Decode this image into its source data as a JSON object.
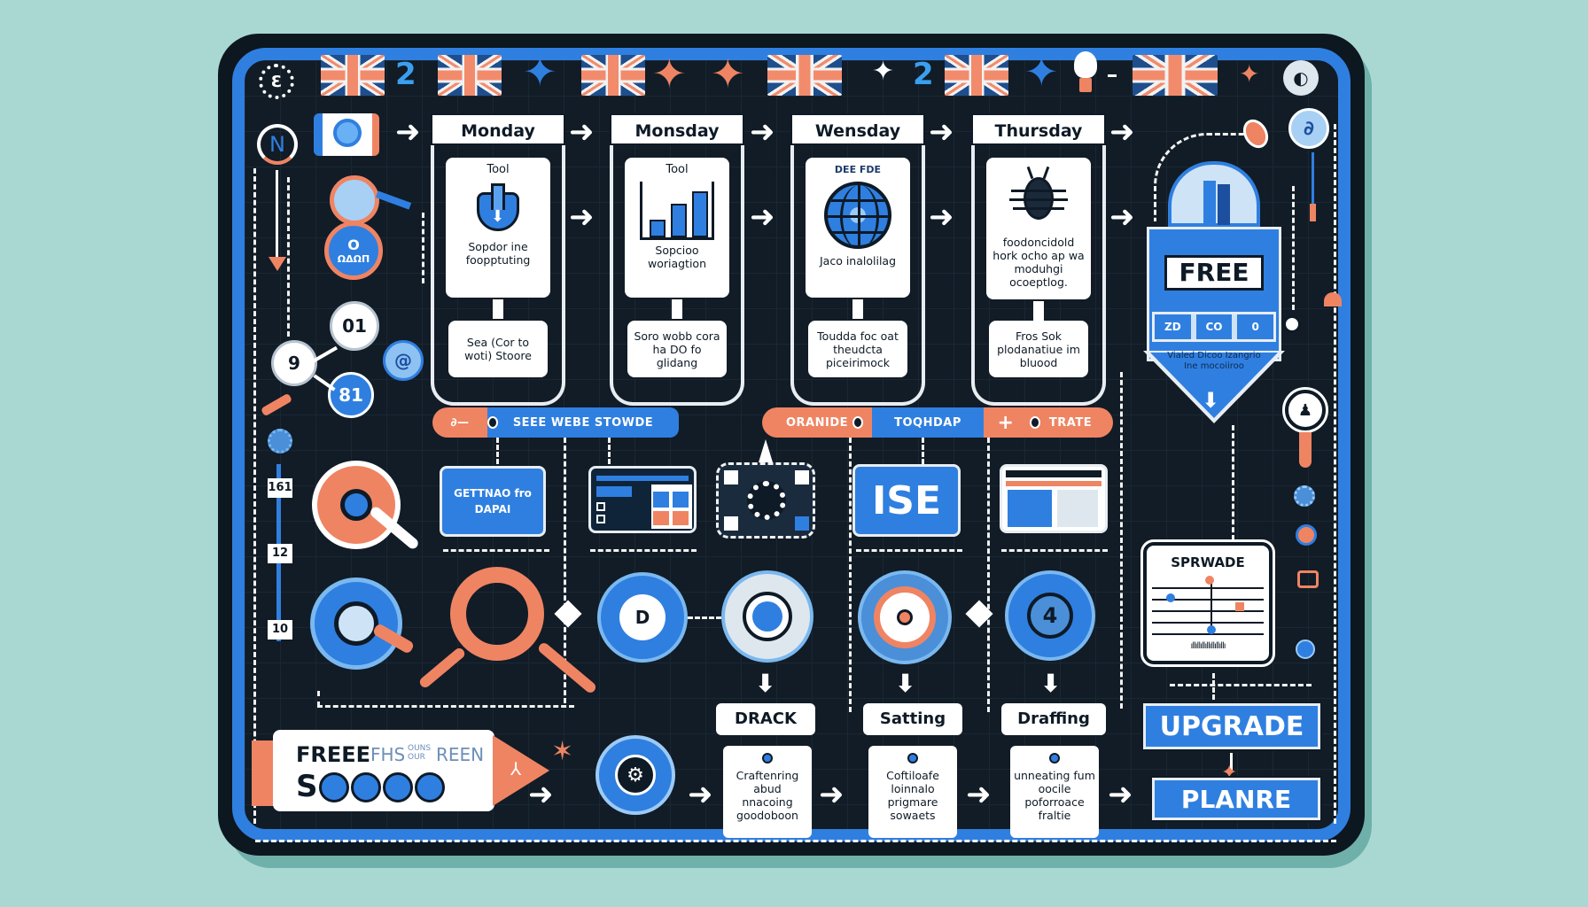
{
  "top_strip": {
    "numbers": [
      "2",
      "2"
    ],
    "icons": [
      "gear-e-icon",
      "flag-uk",
      "flag-uk",
      "star-blue",
      "flag-uk",
      "star-orange",
      "star-orange",
      "flag-uk",
      "star-white",
      "flag-uk",
      "star-blue",
      "lightbulb-icon",
      "flag-uk",
      "star-orange",
      "chat-bubble-icon"
    ]
  },
  "left_rail": {
    "n_badge": "N",
    "counters": [
      "161",
      "12",
      "10"
    ],
    "nodes": [
      "01",
      "9",
      "81"
    ],
    "magnifier_label": "ΩΔΩΠ"
  },
  "days": [
    {
      "title": "Monday",
      "card_title": "Tool",
      "card_text": "Sopdor ine foopptuting",
      "note": "Sea (Cor to woti) Stoore",
      "icon": "download-shield-icon"
    },
    {
      "title": "Monsday",
      "card_title": "Tool",
      "card_text": "Sopcioo woriagtion",
      "note": "Soro wobb cora ha DO fo glidang",
      "icon": "bar-chart-icon"
    },
    {
      "title": "Wensday",
      "card_title": "DEE FDE",
      "card_text": "Jaco inalolilag",
      "note": "Toudda foc oat theudcta piceirimock",
      "icon": "globe-icon"
    },
    {
      "title": "Thursday",
      "card_title": "",
      "card_text": "foodoncidold hork ocho ap wa moduhgi ocoeptlog.",
      "note": "Fros Sok plodanatiue im bluood",
      "icon": "bug-icon"
    }
  ],
  "pill_bar": {
    "left": {
      "icon_text": "∂—",
      "label": "SEEE WEBE STOWDE"
    },
    "right": [
      {
        "label": "ORANIDE"
      },
      {
        "label": "TOQHDAP"
      },
      {
        "icon_text": "+",
        "label": "TRATE"
      }
    ]
  },
  "tiles": [
    {
      "type": "button",
      "text": "GETTNAO fro DAPAI"
    },
    {
      "type": "window-dashboard"
    },
    {
      "type": "gear-panel"
    },
    {
      "type": "big-label",
      "text": "ISE"
    },
    {
      "type": "window-document"
    }
  ],
  "steps": [
    {
      "label": "DRACK",
      "text": "Craftenring abud nnacoing goodoboon"
    },
    {
      "label": "Satting",
      "text": "Coftiloafe loinnalo prigmare sowaets"
    },
    {
      "label": "Draffing",
      "text": "unneating fum oocile poforroace fraltie"
    }
  ],
  "free_banner": {
    "headline": "FREEE",
    "faded": [
      "FHS",
      "OUNS OUR",
      "REEN"
    ],
    "code_prefix": "S",
    "dots": 4
  },
  "free_tag": {
    "label": "FREE",
    "fields": [
      "ZD",
      "CO",
      "0"
    ],
    "sub": "Vialed Dicoo Izangrio Ine mocoiiroo"
  },
  "chart_card": {
    "title": "SPRWADE",
    "caption": "ıllıllıllıllıllıllıllı"
  },
  "buttons": {
    "upgrade": "UPGRADE",
    "planre": "PLANRE"
  },
  "colors": {
    "background": "#a9d8d2",
    "frame": "#0d1720",
    "panel": "#111c26",
    "accent_blue": "#2f7fe0",
    "accent_orange": "#ef8463",
    "white": "#ffffff"
  }
}
